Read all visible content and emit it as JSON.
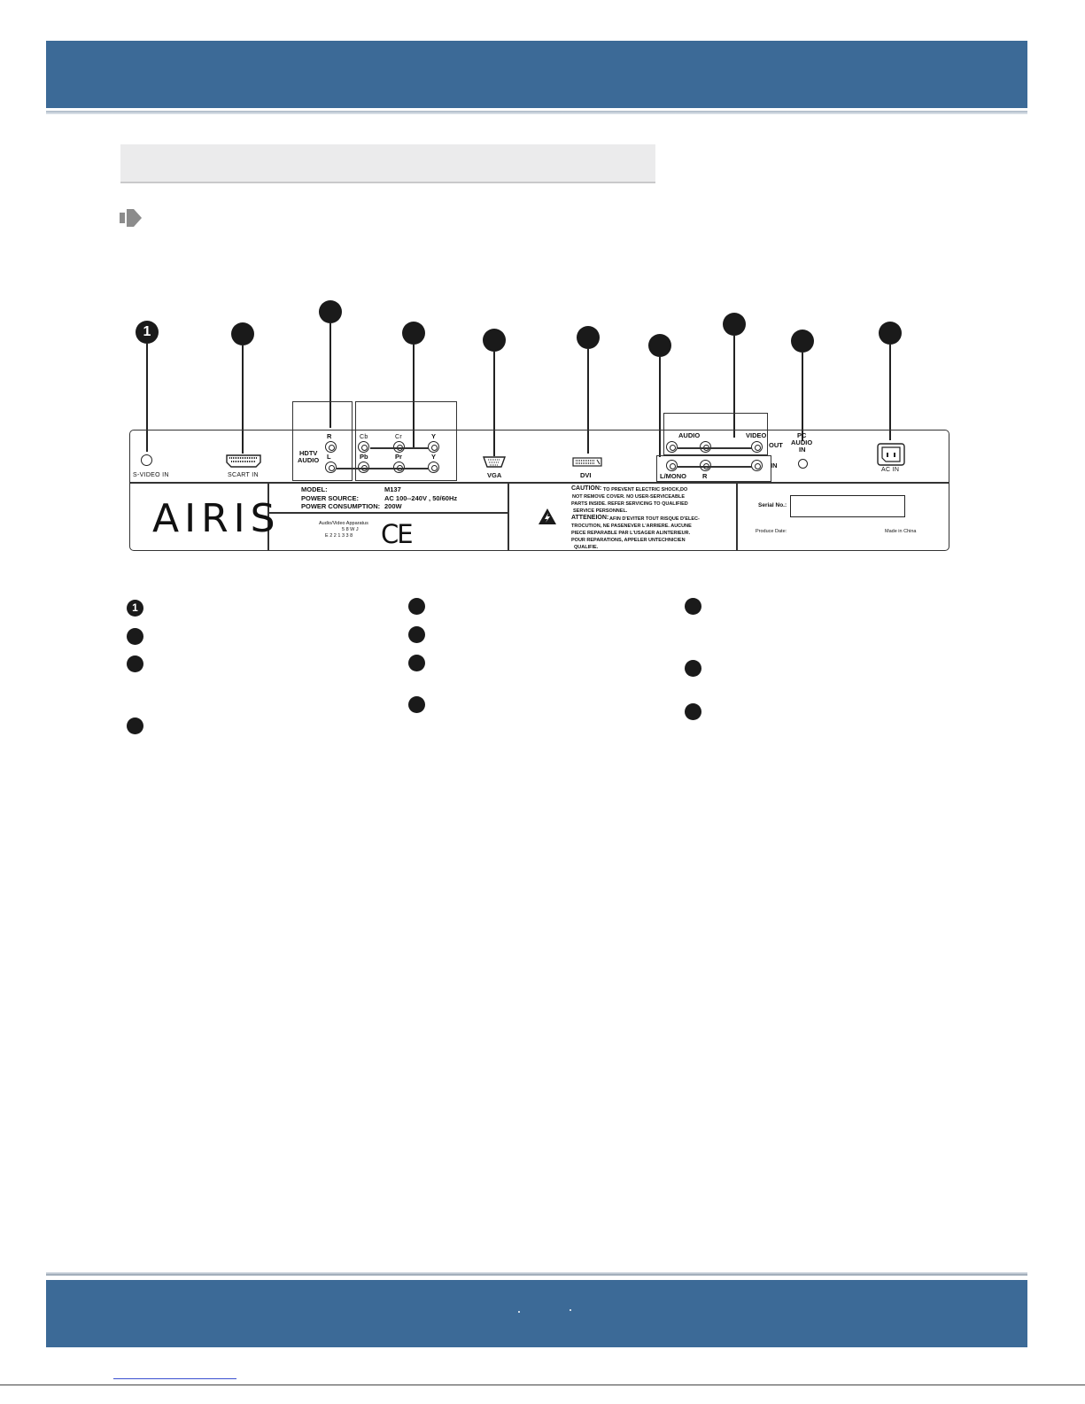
{
  "callouts": {
    "first": "1"
  },
  "connectors": {
    "svideo_in": "S-VIDEO  IN",
    "scart_in": "SCART  IN",
    "hdtv": "HDTV",
    "audio": "AUDIO",
    "r": "R",
    "l": "L",
    "cb": "Cb",
    "cr": "Cr",
    "y": "Y",
    "pb": "Pb",
    "pr": "Pr",
    "vga": "VGA",
    "dvi": "DVI",
    "audio_out": "AUDIO",
    "video": "VIDEO",
    "out": "OUT",
    "in": "IN",
    "lmono": "L/MONO",
    "pc_audio_in_1": "PC",
    "pc_audio_in_2": "AUDIO",
    "pc_audio_in_3": "IN",
    "ac_in": "AC  IN"
  },
  "label": {
    "logo": "AIRIS",
    "model_label": "MODEL:",
    "model_value": "M137",
    "power_source_label": "POWER SOURCE:",
    "power_source_value": "AC 100--240V , 50/60Hz",
    "power_consumption_label": "POWER CONSUMPTION:",
    "power_consumption_value": "200W",
    "approval_1": "Audio/Video Apparatus",
    "approval_2": "5 8 W J",
    "approval_3": "E    2 2 1 3 3 8",
    "ce_mark": "CE",
    "caution_title": "CAUTION:",
    "caution_1": "TO PREVENT ELECTRIC SHOCK,DO",
    "caution_2": "NOT REMOVE COVER. NO USER-SERVICEABLE",
    "caution_3": "PARTS  INSIDE. REFER SERVICING TO QUALIFIED",
    "caution_4": "SERVICE PERSONNEL.",
    "attention_title": "ATTENEION:",
    "attention_1": "AFIN D'EVITER TOUT RISQUE D'ELEC-",
    "attention_2": "TROCUTION, NE PASENEVER L'ARRIERE. AUCUNE",
    "attention_3": "PIECE REPARABLE PAR L'USAGER ALINTERIEUR.",
    "attention_4": "POUR REPARATIONS, APPELER UNTECHNICIEN",
    "attention_5": "QUALIFIE.",
    "serial_label": "Serial No.:",
    "produce_date": "Produce Date:",
    "made_in": "Made in China"
  }
}
